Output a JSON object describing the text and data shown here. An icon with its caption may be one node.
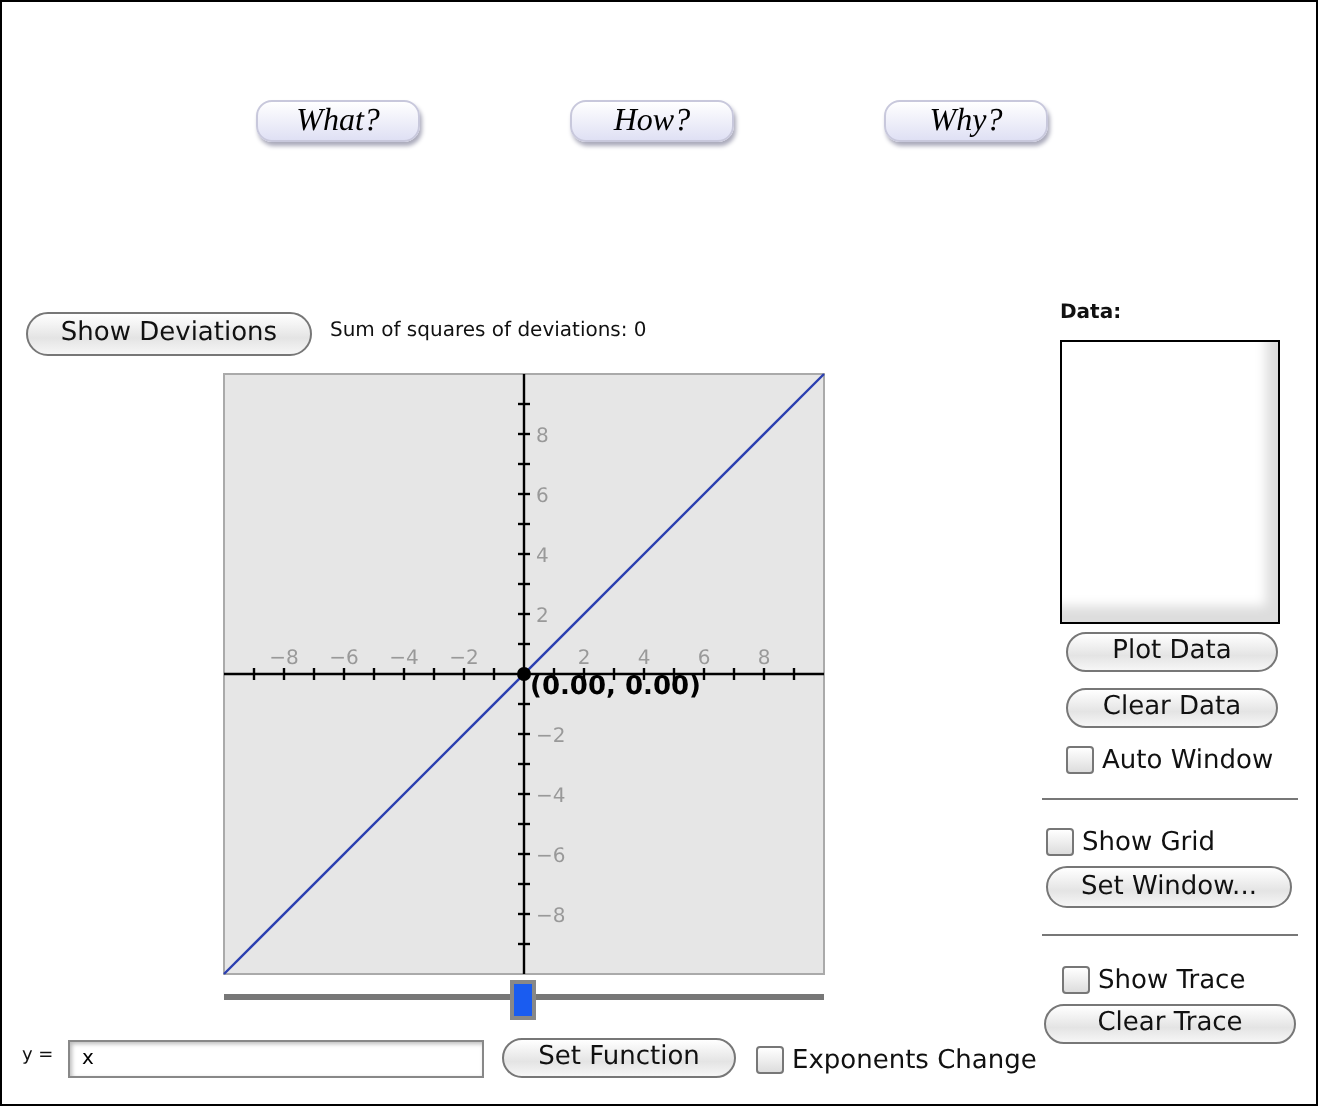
{
  "diagram": {
    "nodes": [
      {
        "text": [],
        "shape": "box"
      }
    ],
    "labels": [
      "What?",
      "How?",
      "Why?",
      "Show Deviations",
      "Sum of squares of deviations: 0",
      "Data:",
      "Plot Data",
      "Clear Data",
      "Auto Window",
      "Show Grid",
      "Set Window...",
      "Show Trace",
      "Clear Trace",
      "y =",
      "x",
      "Set Function",
      "Exponents Change"
    ],
    "chart_data": {
      "type": "line",
      "x": [
        -10,
        10
      ],
      "series": [
        {
          "color": "#2b3fb0",
          "values": [
            -10,
            10
          ]
        }
      ],
      "xlim": [
        -10,
        10
      ],
      "ylim": [
        -10,
        10
      ],
      "xticks": [
        -8,
        -6,
        -4,
        -2,
        2,
        4,
        6,
        8
      ],
      "yticks": [
        -8,
        -6,
        -4,
        -2,
        2,
        4,
        6,
        8
      ],
      "annotations": [
        "(0.00, 0.00)"
      ]
    }
  }
}
